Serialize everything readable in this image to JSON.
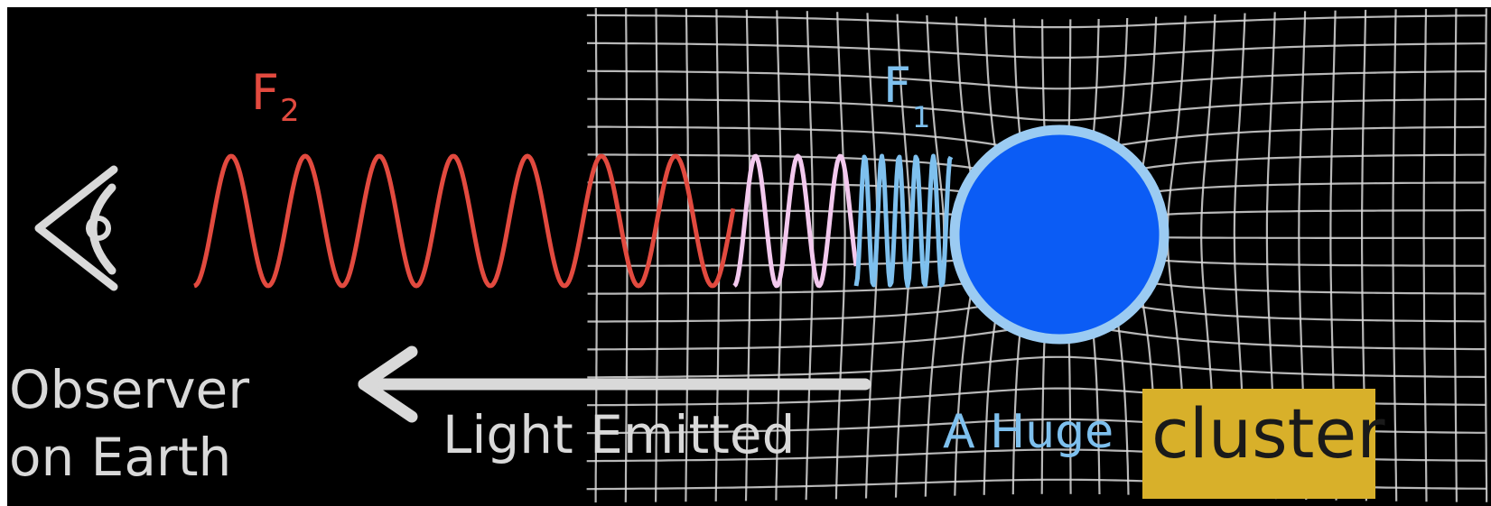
{
  "labels": {
    "wave_far": {
      "main": "F",
      "sub": "2"
    },
    "wave_near": {
      "main": "F",
      "sub": "1"
    },
    "observer_line1": "Observer",
    "observer_line2": "on Earth",
    "light": "Light Emitted",
    "mass": "A Huge",
    "highlight": "cluster"
  },
  "colors": {
    "background": "#000000",
    "grid": "#d8d8d8",
    "wave_far": "#e24a3f",
    "wave_mid": "#f3c9ee",
    "wave_near": "#7ec0ee",
    "mass_fill": "#0b5cf5",
    "mass_ring": "#9bcbf2",
    "arrow": "#d9d9d9",
    "eye": "#d9d9d9",
    "text_white": "#d9d9d9",
    "highlight_bg": "#d8b02a",
    "highlight_text": "#1a1a1a"
  },
  "icons": {
    "observer": "eye-icon",
    "direction": "left-arrow"
  }
}
